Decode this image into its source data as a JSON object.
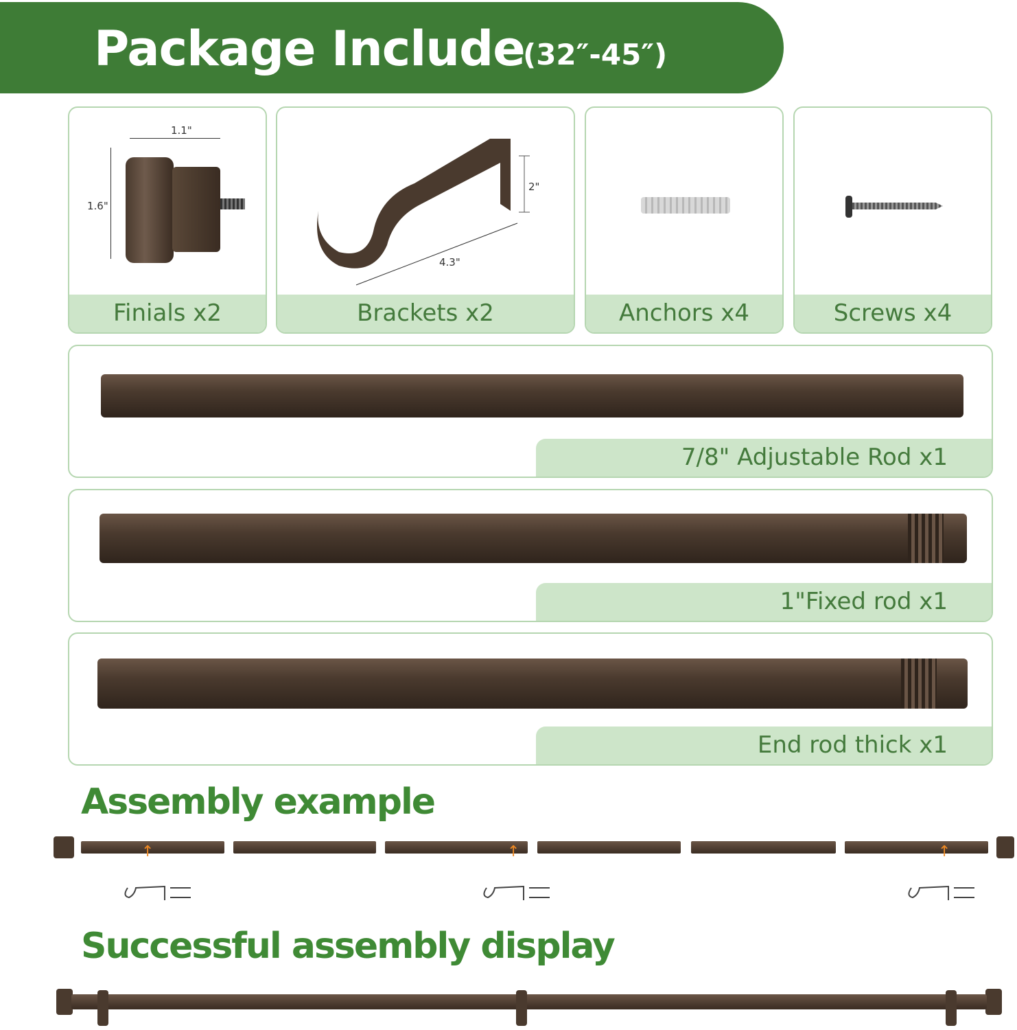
{
  "header": {
    "title": "Package Include",
    "range": "(32″-45″)"
  },
  "parts": [
    {
      "label": "Finials x2",
      "dims": {
        "width": "1.1\"",
        "height": "1.6\""
      }
    },
    {
      "label": "Brackets x2",
      "dims": {
        "height": "2\"",
        "length": "4.3\""
      }
    },
    {
      "label": "Anchors  x4"
    },
    {
      "label": "Screws x4"
    }
  ],
  "rods": [
    {
      "label": "7/8\" Adjustable Rod x1"
    },
    {
      "label": "1\"Fixed rod x1"
    },
    {
      "label": "End rod thick x1"
    }
  ],
  "assembly": {
    "heading": "Assembly example"
  },
  "display": {
    "heading": "Successful assembly display"
  },
  "colors": {
    "brand_green": "#3e7c36",
    "label_bg": "#cde5c9",
    "rod_bronze": "#4a3a2e",
    "arrow": "#f08a24"
  }
}
